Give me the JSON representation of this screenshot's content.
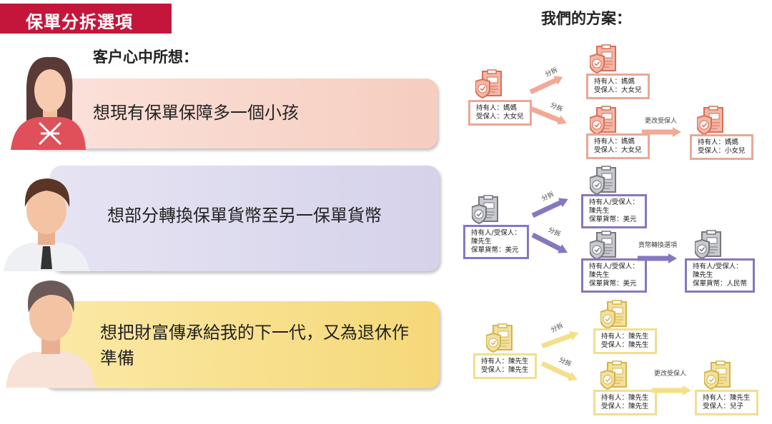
{
  "title": "保單分拆選項",
  "left_heading": "客户心中所想：",
  "right_heading": "我們的方案：",
  "colors": {
    "title_bg": "#c4163b",
    "pink": "#e8836f",
    "purple": "#8379bf",
    "yellow": "#f1d56e"
  },
  "wishes": [
    {
      "text": "想現有保單保障多一個小孩"
    },
    {
      "text": "想部分轉換保單貨幣至另一保單貨幣"
    },
    {
      "text": "想把財富傳承給我的下一代，又為退休作準備"
    }
  ],
  "plans": [
    {
      "split_label": "分拆",
      "change_label": "更改受保人",
      "source": [
        "持有人：媽媽",
        "受保人：大女兒"
      ],
      "top": [
        "持有人：媽媽",
        "受保人：大女兒"
      ],
      "bottom": [
        "持有人：媽媽",
        "受保人：大女兒"
      ],
      "final": [
        "持有人：媽媽",
        "受保人：小女兒"
      ]
    },
    {
      "split_label": "分拆",
      "change_label": "貨幣轉換選項",
      "source": [
        "持有人/受保人：",
        "陳先生",
        "保單貨幣：美元"
      ],
      "top": [
        "持有人/受保人：",
        "陳先生",
        "保單貨幣：美元"
      ],
      "bottom": [
        "持有人/受保人：",
        "陳先生",
        "保單貨幣：美元"
      ],
      "final": [
        "持有人/受保人：",
        "陳先生",
        "保單貨幣：人民幣"
      ]
    },
    {
      "split_label": "分拆",
      "change_label": "更改受保人",
      "source": [
        "持有人：陳先生",
        "受保人：陳先生"
      ],
      "top": [
        "持有人：陳先生",
        "受保人：陳先生"
      ],
      "bottom": [
        "持有人：陳先生",
        "受保人：陳先生"
      ],
      "final": [
        "持有人：陳先生",
        "受保人：兒子"
      ]
    }
  ]
}
